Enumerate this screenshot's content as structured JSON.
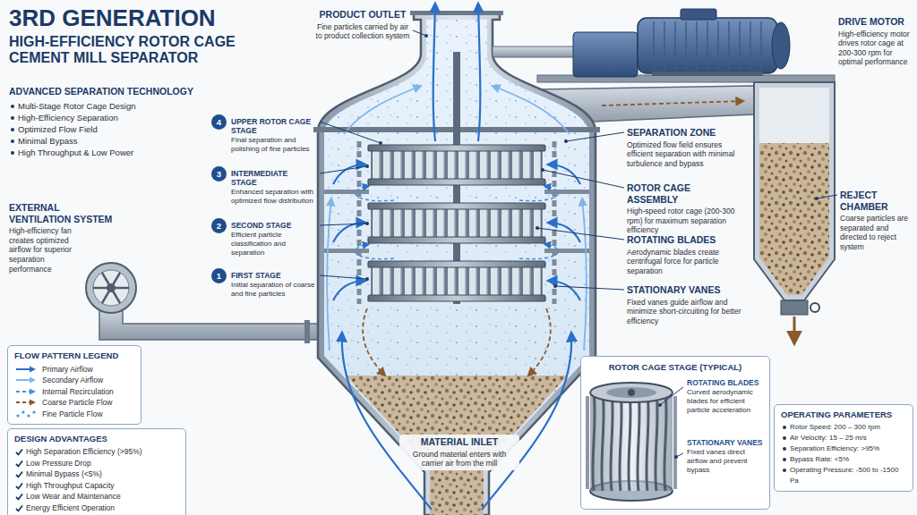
{
  "diagram": {
    "title": "3RD GENERATION",
    "nodes": [
      {
        "text": [
          "4"
        ]
      },
      {
        "text": [
          "3"
        ]
      },
      {
        "text": [
          "2"
        ]
      },
      {
        "text": [
          "1"
        ]
      },
      {
        "text": [
          "FLOW PATTERN LEGEND"
        ]
      },
      {
        "text": [
          "DESIGN ADVANTAGES",
          "High Separation Efficiency (>95%)",
          "Low Pressure Drop",
          "Minimal Bypass (<5%)",
          "High Throughput Capacity",
          "Low Wear and Maintenance",
          "Energy Efficient Operation"
        ]
      },
      {
        "text": [
          "ROTOR CAGE STAGE (TYPICAL)",
          "ROTATING BLADES",
          "Curved aerodynamic blades for efficient particle acceleration",
          "STATIONARY VANES",
          "Fixed vanes direct airflow and prevent bypass"
        ]
      },
      {
        "text": [
          "OPERATING PARAMETERS",
          "Rotor Speed: 200 – 300 rpm",
          "Air Velocity: 15 – 25 m/s",
          "Separation Efficiency: >95%",
          "Bypass Rate: <5%",
          "Operating Pressure: -500 to -1500 Pa"
        ]
      }
    ],
    "labels": [
      "HIGH-EFFICIENCY ROTOR CAGE CEMENT MILL SEPARATOR",
      "ADVANCED SEPARATION TECHNOLOGY",
      "Multi-Stage Rotor Cage Design",
      "High-Efficiency Separation",
      "Optimized Flow Field",
      "Minimal Bypass",
      "High Throughput & Low Power",
      "EXTERNAL VENTILATION SYSTEM",
      "High-efficiency fan creates optimized airflow for superior separation performance",
      "PRODUCT OUTLET",
      "Fine particles carried by air to product collection system",
      "DRIVE MOTOR",
      "High-efficiency motor drives rotor cage at 200-300 rpm for optimal performance",
      "UPPER ROTOR CAGE STAGE",
      "Final separation and polishing of fine particles",
      "INTERMEDIATE STAGE",
      "Enhanced separation with optimized flow distribution",
      "SECOND STAGE",
      "Efficient particle classification and separation",
      "FIRST STAGE",
      "Initial separation of coarse and fine particles",
      "SEPARATION ZONE",
      "Optimized flow field ensures efficient separation with minimal turbulence and bypass",
      "ROTOR CAGE ASSEMBLY",
      "High-speed rotor cage (200-300 rpm) for maximum separation efficiency",
      "ROTATING BLADES",
      "Aerodynamic blades create centrifugal force for particle separation",
      "STATIONARY VANES",
      "Fixed vanes guide airflow and minimize short-circuiting for better efficiency",
      "REJECT CHAMBER",
      "Coarse particles are separated and directed to reject system",
      "MATERIAL INLET",
      "Ground material enters with carrier air from the mill"
    ],
    "legend": [
      {
        "text": "Primary Airflow"
      },
      {
        "text": "Secondary Airflow"
      },
      {
        "text": "Internal Recirculation"
      },
      {
        "text": "Coarse Particle Flow"
      },
      {
        "text": "Fine Particle Flow"
      }
    ]
  }
}
